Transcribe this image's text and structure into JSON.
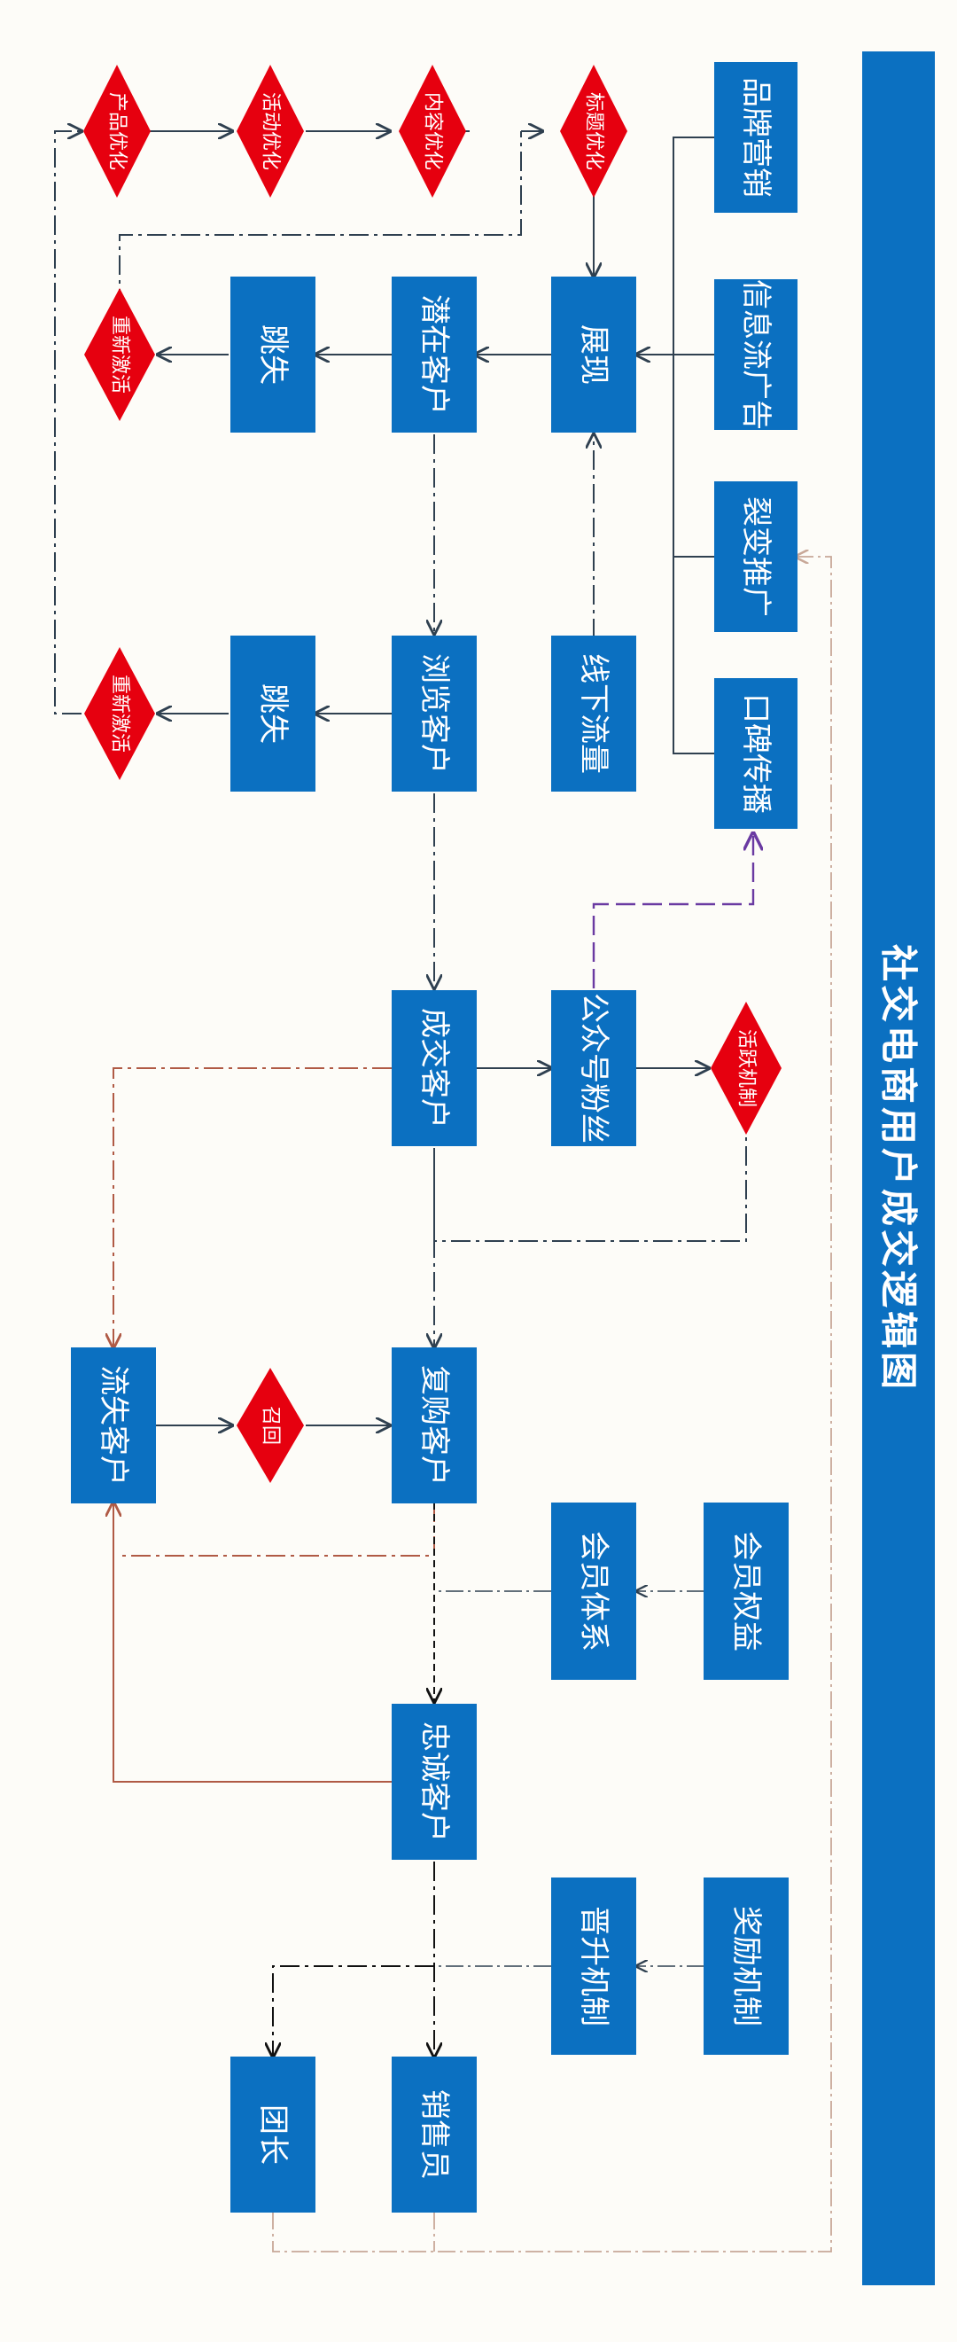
{
  "title": "社交电商用户成交逻辑图",
  "colors": {
    "box": "#0b70c1",
    "diamond": "#e6000f",
    "title_bar": "#0b70c1",
    "dark_line": "#2f4050",
    "brown_line": "#b05a45",
    "purple_line": "#6a3aa2",
    "tan_line": "#c8a898"
  },
  "nodes": {
    "brand_marketing": "品牌营销",
    "feed_ads": "信息流广告",
    "fission": "裂变推广",
    "word_of_mouth": "口碑传播",
    "exposure": "展现",
    "offline_traffic": "线下流量",
    "potential_customer": "潜在客户",
    "browsing_customer": "浏览客户",
    "bounce_1": "跳失",
    "bounce_2": "跳失",
    "deal_customer": "成交客户",
    "wechat_fans": "公众号粉丝",
    "repeat_customer": "复购客户",
    "lost_customer": "流失客户",
    "member_system": "会员体系",
    "member_rights": "会员权益",
    "loyal_customer": "忠诚客户",
    "promotion_mechanism": "晋升机制",
    "reward_mechanism": "奖励机制",
    "salesperson": "销售员",
    "group_leader": "团长"
  },
  "diamonds": {
    "title_opt": "标题优化",
    "content_opt": "内容优化",
    "activity_opt": "活动优化",
    "product_opt": "产品优化",
    "reactivate_1": "重新激活",
    "reactivate_2": "重新激活",
    "activity_mechanism": "活跃机制",
    "recall": "召回"
  }
}
